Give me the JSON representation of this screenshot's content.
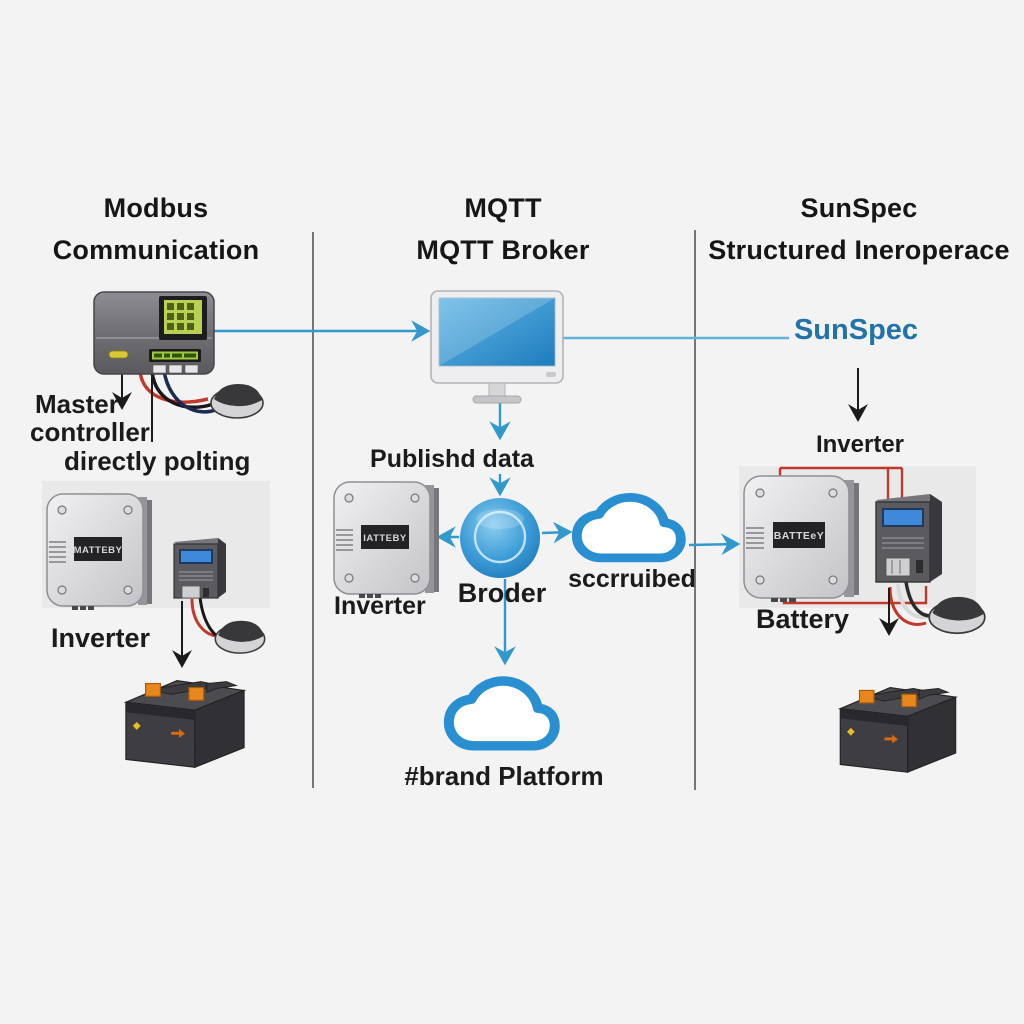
{
  "diagram": {
    "headers": [
      {
        "line1": "Modbus",
        "line2": "Communication"
      },
      {
        "line1": "MQTT",
        "line2": "MQTT Broker"
      },
      {
        "line1": "SunSpec",
        "line2": "Structured Ineroperace"
      }
    ],
    "labels": {
      "master": "Master",
      "controller": "controller",
      "directly_polling": "directly polting",
      "inverter_col1": "Inverter",
      "published_data": "Publishd data",
      "inverter_col2": "Inverter",
      "broker": "Broder",
      "subscribed": "sccrruibed",
      "brand_platform": "#brand Platform",
      "sunspec": "SunSpec",
      "inverter_col3": "Inverter",
      "battery_col3": "Battery",
      "device_label_col1": "MATTEBY",
      "device_label_col2": "IATTEBY",
      "device_label_col3": "BATTEeY"
    },
    "colors": {
      "accent_blue": "#3399cc",
      "sunspec_blue": "#2273a8",
      "cloud_blue": "#2a8fd0",
      "wire_red": "#c0392b",
      "text_black": "#1b1b1b",
      "divider_gray": "#767676"
    }
  }
}
